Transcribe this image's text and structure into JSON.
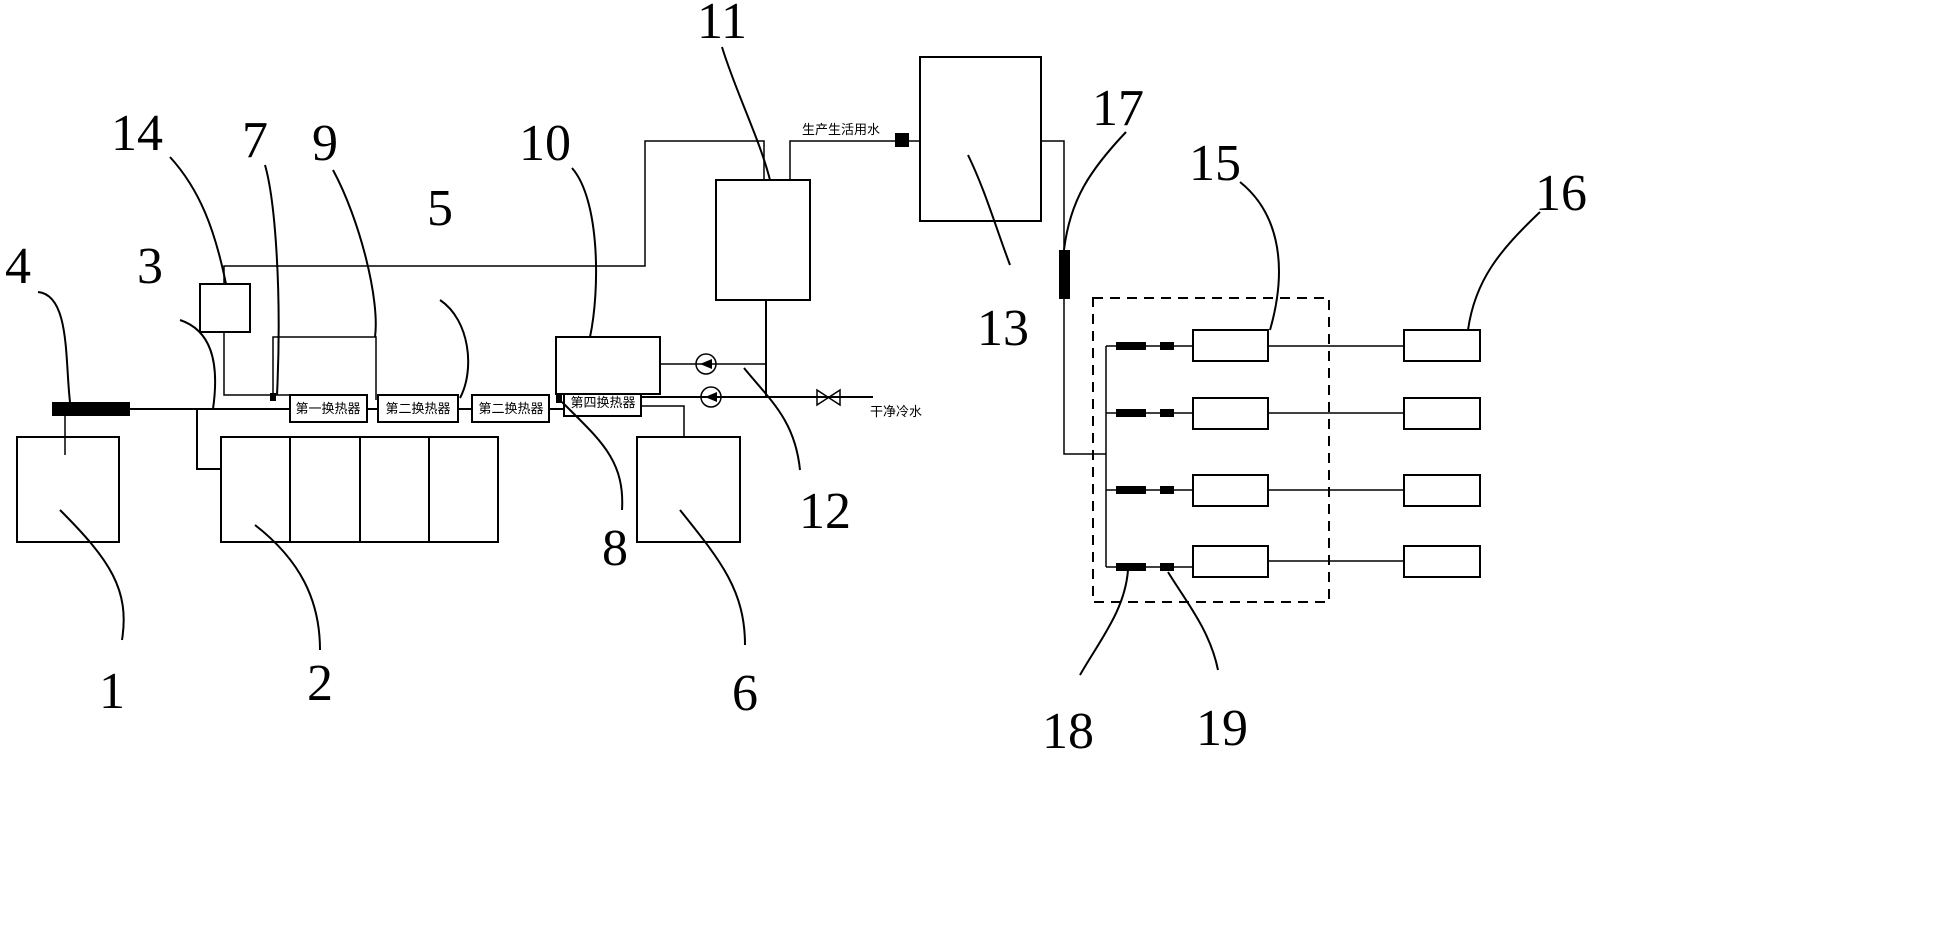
{
  "component_numbers": {
    "n1": "1",
    "n2": "2",
    "n3": "3",
    "n4": "4",
    "n5": "5",
    "n6": "6",
    "n7": "7",
    "n8": "8",
    "n9": "9",
    "n10": "10",
    "n11": "11",
    "n12": "12",
    "n13": "13",
    "n14": "14",
    "n15": "15",
    "n16": "16",
    "n17": "17",
    "n18": "18",
    "n19": "19"
  },
  "heat_exchangers": {
    "first": "第一换热器",
    "second": "第二换热器",
    "third": "第二换热器",
    "fourth": "第四换热器"
  },
  "labels": {
    "domestic_water": "生产生活用水",
    "clean_cold_water": "干净冷水"
  }
}
